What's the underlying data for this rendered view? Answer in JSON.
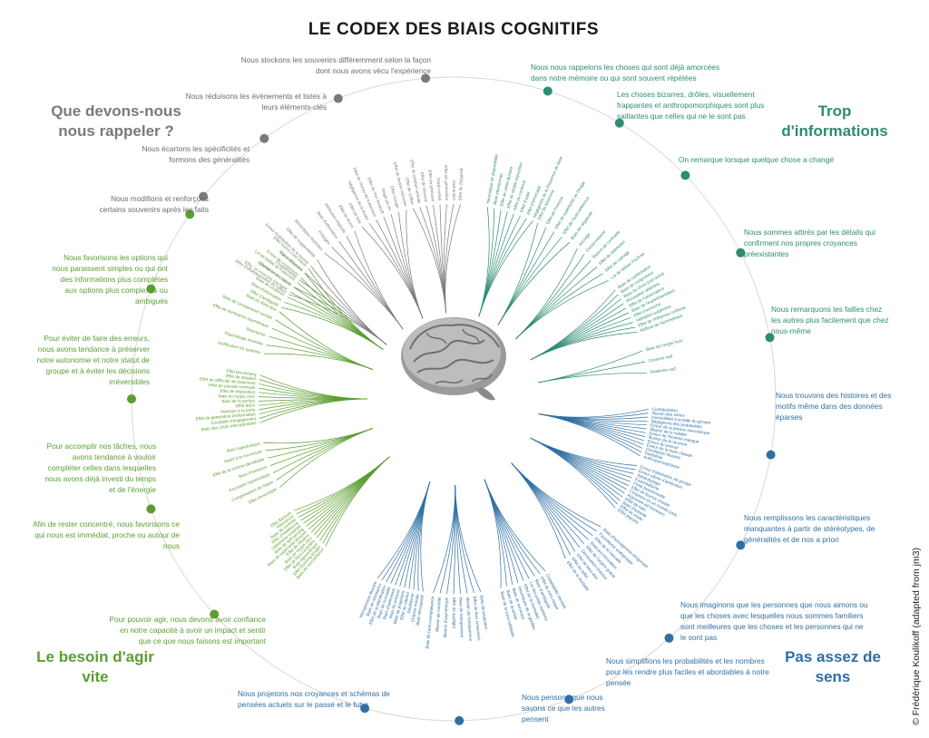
{
  "title": "LE CODEX DES BIAIS COGNITIFS",
  "corners": {
    "gray": "Que devons-nous nous rappeler ?",
    "teal": "Trop d'informations",
    "green": "Le besoin d'agir vite",
    "blue": "Pas assez de sens"
  },
  "colors": {
    "gray": "#7a7a7a",
    "teal": "#2e8b74",
    "green": "#5a9e2f",
    "blue": "#2f6fa3"
  },
  "credit": "© Frédérique Koulikoff (adapted from jm3)",
  "groups": [
    {
      "color": "gray",
      "text": "Nous stockons les souvenirs différemment selon la façon dont nous avons vécu l'expérience",
      "biases": [
        "Effet de suffixe",
        "Effet de position sérielle",
        "Effet de récence",
        "Effet de primauté",
        "Oubli motivé",
        "Effet de génération",
        "Distraction",
        "Effet de Zeigarnik"
      ]
    },
    {
      "color": "gray",
      "text": "Nous réduisons les événements et listes à leurs éléments-clés",
      "biases": [
        "Effet de liste",
        "Négligence de la durée",
        "Effet de niveau de traitement",
        "Effet de Von Restorff",
        "Règle pic-fin",
        "Effet Google",
        "Effet de fausse mémoire"
      ]
    },
    {
      "color": "gray",
      "text": "Nous écartons les spécificités et formons des généralités",
      "biases": [
        "Stéréotypes implicites",
        "Préjugés",
        "Biais d'affectation",
        "Attribution implicite",
        "Effet de leurre"
      ]
    },
    {
      "color": "gray",
      "text": "Nous modifions et renforçons certains souvenirs après les faits",
      "biases": [
        "Effet d'affaiblissement de l'affect",
        "Confusion de source",
        "Cryptomnésie",
        "Faux souvenirs",
        "Erreur d'attribution de la source",
        "Effet de suggestibilité"
      ]
    },
    {
      "color": "teal",
      "text": "Nous nous rappelons les choses qui sont déjà amorcées dans notre mémoire ou qui sont souvent répétées",
      "biases": [
        "Heuristique de disponibilité",
        "Biais attentionnel",
        "Effet de vérité illusoire",
        "Effet de simple exposition",
        "Effet de contexte",
        "Effet d'oubli",
        "Effet d'amorçage",
        "Négligence de la fréquence de base"
      ]
    },
    {
      "color": "teal",
      "text": "Les choses bizarres, drôles, visuellement frappantes et anthropomorphiques sont plus saillantes que celles qui ne le sont pas",
      "biases": [
        "Effet de bizarrerie",
        "Effet de l'humour",
        "Effet de supériorité de l'image",
        "Effet de l'auto-référence",
        "Biais de négativité"
      ]
    },
    {
      "color": "teal",
      "text": "On remarque lorsque quelque chose a changé",
      "biases": [
        "Ancrage",
        "Conservatisme",
        "Illusion de contraste",
        "Effet de distinction",
        "Effet de cadrage",
        "Loi de Weber-Fechner"
      ]
    },
    {
      "color": "teal",
      "text": "Nous sommes attirés par les détails qui confirment nos propres croyances préexistantes",
      "biases": [
        "Biais de confirmation",
        "Biais de congruence",
        "Biais du choix post-achat",
        "Perception sélective",
        "Effet de l'observateur",
        "Biais de l'expérimentateur",
        "Effet d'autruche",
        "Validation subjective",
        "Effet de l'influence continue",
        "Réflexe de Semmelweis"
      ]
    },
    {
      "color": "teal",
      "text": "Nous remarquons les failles chez les autres plus facilement que chez nous-même",
      "biases": [
        "Biais de l'angle mort",
        "Cynisme naïf",
        "Réalisme naïf"
      ]
    },
    {
      "color": "blue",
      "text": "Nous trouvons des histoires et des motifs même dans des données éparses",
      "biases": [
        "Confabulation",
        "Illusion des séries",
        "Insensibilité à la taille du groupe",
        "Négligence des probabilités",
        "Erreur de la preuve anecdotique",
        "Illusion de la validité",
        "Erreur de l'homme manqué",
        "Illusion de la récence",
        "Erreur du parieur",
        "Erreur de la main chaude",
        "Corrélation illusoire",
        "Paréidolie",
        "Anthropomorphisme"
      ]
    },
    {
      "color": "blue",
      "text": "Nous remplissons les caractéristiques manquantes à partir de stéréotypes, de généralités et de nos a priori",
      "biases": [
        "Erreur d'attribution de groupe",
        "Erreur ultime d'attribution",
        "Stéréotypage",
        "Essentialisme",
        "Fixité fonctionnelle",
        "Effet de licence morale",
        "Croyance en un monde juste",
        "Argument ad hominem",
        "Effet de halo",
        "Biais d'autorité",
        "Effet de mode",
        "Effet placebo"
      ]
    },
    {
      "color": "blue",
      "text": "Nous imaginons que les personnes que nous aimons ou que les choses avec lesquelles nous sommes familiers sont meilleures que les choses et les personnes qui ne le sont pas",
      "biases": [
        "Biais d'homogénéité exogroupe",
        "Favoritisme endogroupe",
        "Effet de la cascade",
        "Biais pro-innovation",
        "Effet de l'argent gratuit",
        "Dévaluation réactive",
        "Effet de bien-être",
        "Effet du reflet",
        "Effet de la modalité"
      ]
    },
    {
      "color": "blue",
      "text": "Nous simplifions les probabilités et les nombres pour les rendre plus faciles et abordables à notre pensée",
      "biases": [
        "Comptabilité mentale",
        "Effet du zéro-risque",
        "Biais d'ambiguïté",
        "Loi des petits nombres",
        "Effet de la normalité",
        "Heuristique de la gonflés",
        "Biais de survivant",
        "Biais de quantité",
        "Biais de la sous-additivité"
      ]
    },
    {
      "color": "blue",
      "text": "Nous pensons que nous savons ce que les autres pensent",
      "biases": [
        "Biais de projection",
        "Effet de faux consensus",
        "Illusion de transparence",
        "Biais de transparence",
        "Effet de spotlight",
        "Illusion d'asymétrique",
        "Illusion de contrôle",
        "Biais de l'auto-complaisance"
      ]
    },
    {
      "color": "blue",
      "text": "Nous projetons nos croyances et schémas de pensées actuels sur le passé et le futur",
      "biases": [
        "Biais rétrospectif",
        "Chance morale",
        "Déclinisme",
        "Effet de rebond",
        "Biais de projection",
        "Biais du présent",
        "Biais d'optimisme",
        "Biais de normalité",
        "Effet de la planification",
        "Biais de résistance",
        "Introspection illusoire"
      ]
    },
    {
      "color": "green",
      "text": "Pour pouvoir agir, nous devons avoir confiance en notre capacité à avoir un impact et sentir que ce que nous faisons est important",
      "biases": [
        "Biais de surconfiance",
        "Effet Dunning-Kruger",
        "Biais égocentrique",
        "Effet de faux caractère",
        "Biais de risque zéro",
        "Effet de l'illusion",
        "Biais de supériorité illusoire",
        "Biais de self-serving",
        "Optimisme irréaliste",
        "Effet d'Hawthorne",
        "Biais de contrôle",
        "Réactance",
        "Effet Barnum"
      ]
    },
    {
      "color": "green",
      "text": "Afin de rester concentré, nous favorisons ce qui nous est immédiat, proche ou autour de nous",
      "biases": [
        "Effet d'escompte",
        "Compensation du risque",
        "Escompte hyperbolique",
        "Biais d'omission",
        "Effet de la victime identifiable",
        "Appel à la nouveauté",
        "Biais hyperbolique"
      ]
    },
    {
      "color": "green",
      "text": "Pour accomplir nos tâches, nous avons tendance à vouloir compléter celles dans lesquelles nous avons déjà investi du temps et de l'énergie",
      "biases": [
        "Biais des coûts irrécupérables",
        "Escalade d'engagement",
        "Effet de génération d'information",
        "Aversion à la perte",
        "Effet IKEA",
        "Biais de la portion",
        "Biais du risque zéro",
        "Effet de disposition",
        "Effet de pseudo-certitude",
        "Effet de difficulté de traitement",
        "Effet de dotation",
        "Effet bouvenang"
      ]
    },
    {
      "color": "green",
      "text": "Pour éviter de faire des erreurs, nous avons tendance à préserver notre autonomie et notre statut de groupe et à éviter les décisions irréversibles",
      "biases": [
        "Justification du système",
        "Psychologie inversée",
        "Réactance",
        "Effet de dominance asymétrique",
        "Biais de comparaison sociale",
        "Biais du statu quo"
      ]
    },
    {
      "color": "green",
      "text": "Nous favorisons les options qui nous paraissent simples ou qui ont des informations plus complètes aux options plus complexes ou ambiguës",
      "biases": [
        "Effet d'ambiguïté",
        "Biais d'information",
        "Biais de croyance",
        "Effet 'ce n'est pas ma faute'",
        "Effet de rime à raison",
        "Loi de futilité de Parkinson",
        "Erreur de conjonction",
        "Rasoir d'Occam",
        "Effet moins-c'est-mieux"
      ]
    }
  ]
}
